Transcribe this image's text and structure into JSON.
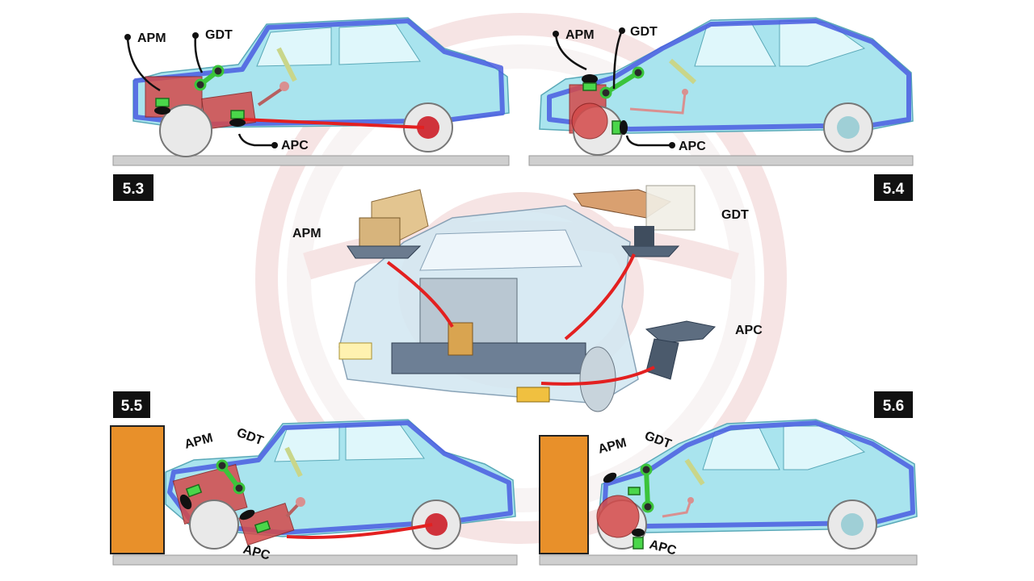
{
  "panels": [
    {
      "id": "5.3",
      "badge": "5.3",
      "labels": {
        "apm": "APM",
        "gdt": "GDT",
        "apc": "APC"
      }
    },
    {
      "id": "5.4",
      "badge": "5.4",
      "labels": {
        "apm": "APM",
        "gdt": "GDT",
        "apc": "APC"
      }
    },
    {
      "id": "5.5",
      "badge": "5.5",
      "labels": {
        "apm": "APM",
        "gdt": "GDT",
        "apc": "APC"
      }
    },
    {
      "id": "5.6",
      "badge": "5.6",
      "labels": {
        "apm": "APM",
        "gdt": "GDT",
        "apc": "APC"
      }
    }
  ],
  "center": {
    "labels": {
      "apm": "APM",
      "gdt": "GDT",
      "apc": "APC"
    }
  },
  "colors": {
    "frame": "#4a5de0",
    "engine": "#d44a4a",
    "mount": "#4ad64a",
    "pipe": "#e32020",
    "barrier": "#e8902a",
    "badge": "#111111",
    "watermark": "#e6b4b4"
  }
}
